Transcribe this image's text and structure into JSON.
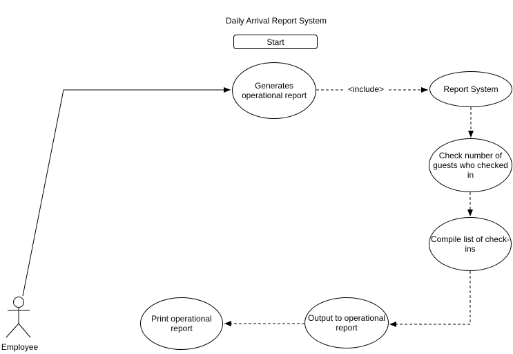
{
  "diagram": {
    "title": "Daily Arrival Report System",
    "start_label": "Start",
    "actor": {
      "label": "Employee"
    },
    "use_cases": [
      {
        "label": "Generates operational report"
      },
      {
        "label": "Report System"
      },
      {
        "label": "Check number of guests who checked in"
      },
      {
        "label": "Compile list of check-ins"
      },
      {
        "label": "Output to operational report"
      },
      {
        "label": "Print operational report"
      }
    ],
    "connections": [
      {
        "from": "Employee",
        "to": "Generates operational report",
        "style": "solid",
        "label": ""
      },
      {
        "from": "Generates operational report",
        "to": "Report System",
        "style": "dashed",
        "label": "<include>"
      },
      {
        "from": "Report System",
        "to": "Check number of guests who checked in",
        "style": "dashed",
        "label": ""
      },
      {
        "from": "Check number of guests who checked in",
        "to": "Compile list of check-ins",
        "style": "dashed",
        "label": ""
      },
      {
        "from": "Compile list of check-ins",
        "to": "Output to operational report",
        "style": "dashed",
        "label": ""
      },
      {
        "from": "Output to operational report",
        "to": "Print operational report",
        "style": "dashed",
        "label": ""
      }
    ],
    "colors": {
      "stroke": "#000000",
      "background": "#ffffff"
    }
  }
}
